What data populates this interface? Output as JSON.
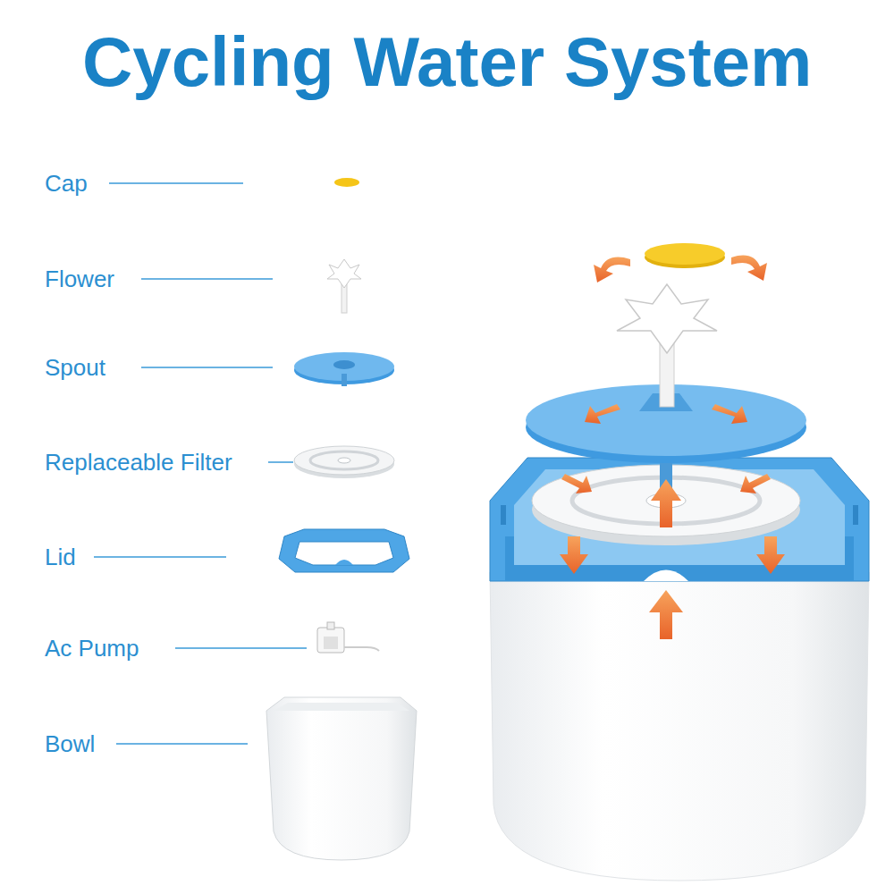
{
  "diagram": {
    "title": "Cycling Water System",
    "labels": [
      "Cap",
      "Flower",
      "Spout",
      "Replaceable Filter",
      "Lid",
      "Ac Pump",
      "Bowl"
    ]
  }
}
